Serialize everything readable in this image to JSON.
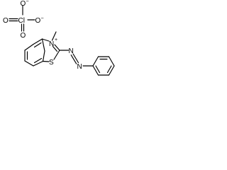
{
  "perchlorate": {
    "cl": "Cl",
    "o_top": "O",
    "o_left": "O",
    "o_right": "O",
    "o_bottom": "O",
    "minus": "−"
  },
  "cation": {
    "n_plus": "N",
    "plus": "+",
    "s": "S",
    "azo_n1": "N",
    "azo_n2": "N"
  }
}
